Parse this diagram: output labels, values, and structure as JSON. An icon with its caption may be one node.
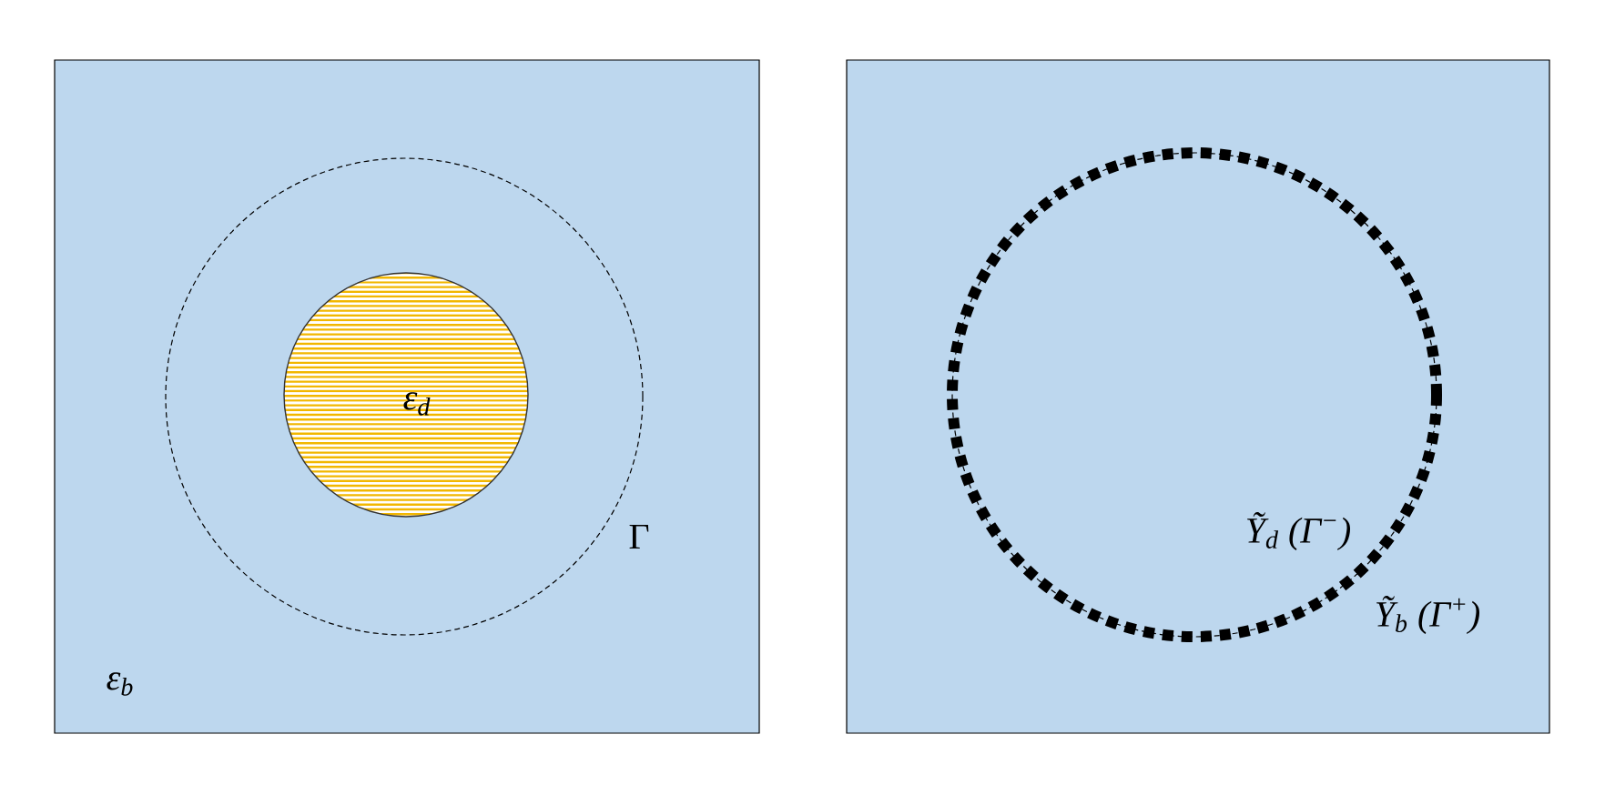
{
  "diagram": {
    "nodes": [
      {
        "text": [
          "ε$_{b}$"
        ]
      },
      {
        "text": [
          "Γ"
        ],
        "in": 0
      },
      {
        "text": [
          "ε$_{d}$"
        ],
        "in": 1
      },
      {
        "text": [],
        "shape": "box"
      },
      {
        "text": [
          "Ỹ$_{d}$ (Γ$^{−}$)",
          "Ỹ$_{b}$ (Γ$^{+}$)"
        ],
        "in": 3
      }
    ]
  }
}
